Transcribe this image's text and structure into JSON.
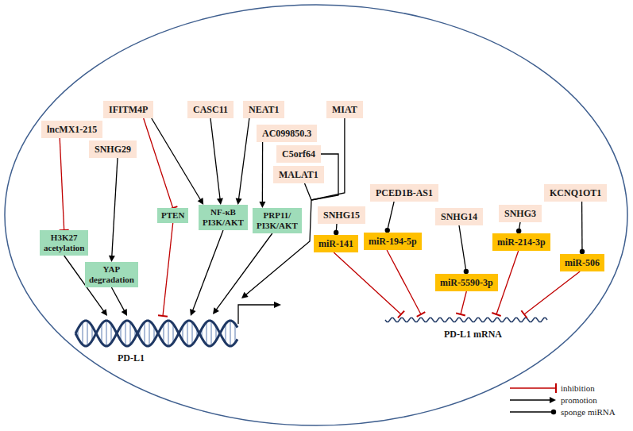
{
  "diagram": {
    "nodes": [
      {
        "text": [
          "IFITM4P"
        ]
      },
      {
        "text": [
          "lncMX1-215"
        ]
      },
      {
        "text": [
          "CASC11"
        ]
      },
      {
        "text": [
          "NEAT1"
        ]
      },
      {
        "text": [
          "MIAT"
        ]
      },
      {
        "text": [
          "SNHG29"
        ]
      },
      {
        "text": [
          "AC099850.3"
        ]
      },
      {
        "text": [
          "C5orf64"
        ]
      },
      {
        "text": [
          "MALAT1"
        ]
      },
      {
        "text": [
          "PCED1B-AS1"
        ]
      },
      {
        "text": [
          "SNHG15"
        ]
      },
      {
        "text": [
          "SNHG14"
        ]
      },
      {
        "text": [
          "SNHG3"
        ]
      },
      {
        "text": [
          "KCNQ1OT1"
        ]
      },
      {
        "text": [
          "H3K27 acetylation"
        ]
      },
      {
        "text": [
          "YAP degradation"
        ]
      },
      {
        "text": [
          "PTEN"
        ]
      },
      {
        "text": [
          "NF-κB PI3K/AKT"
        ]
      },
      {
        "text": [
          "PRP11/ PI3K/AKT"
        ]
      },
      {
        "text": [
          "miR-141"
        ]
      },
      {
        "text": [
          "miR-194-5p"
        ]
      },
      {
        "text": [
          "miR-5590-3p"
        ]
      },
      {
        "text": [
          "miR-214-3p"
        ]
      },
      {
        "text": [
          "miR-506"
        ]
      }
    ],
    "edges": [
      {
        "from": 1,
        "to": 14,
        "arrow": "to"
      },
      {
        "from": 5,
        "to": 15,
        "arrow": "to"
      },
      {
        "from": 0,
        "to": 16,
        "arrow": "to"
      },
      {
        "from": 0,
        "to": 17,
        "arrow": "to"
      },
      {
        "from": 2,
        "to": 17,
        "arrow": "to"
      },
      {
        "from": 3,
        "to": 17,
        "arrow": "to"
      },
      {
        "from": 6,
        "to": 18,
        "arrow": "to"
      },
      {
        "from": 10,
        "to": 19,
        "arrow": "to"
      },
      {
        "from": 9,
        "to": 20,
        "arrow": "to"
      },
      {
        "from": 11,
        "to": 21,
        "arrow": "to"
      },
      {
        "from": 12,
        "to": 22,
        "arrow": "to"
      },
      {
        "from": 13,
        "to": 23,
        "arrow": "to"
      }
    ],
    "labels": [
      "PD-L1",
      "PD-L1 mRNA"
    ],
    "legend": [
      {
        "text": "inhibition"
      },
      {
        "text": "promotion"
      },
      {
        "text": "sponge miRNA"
      }
    ]
  }
}
